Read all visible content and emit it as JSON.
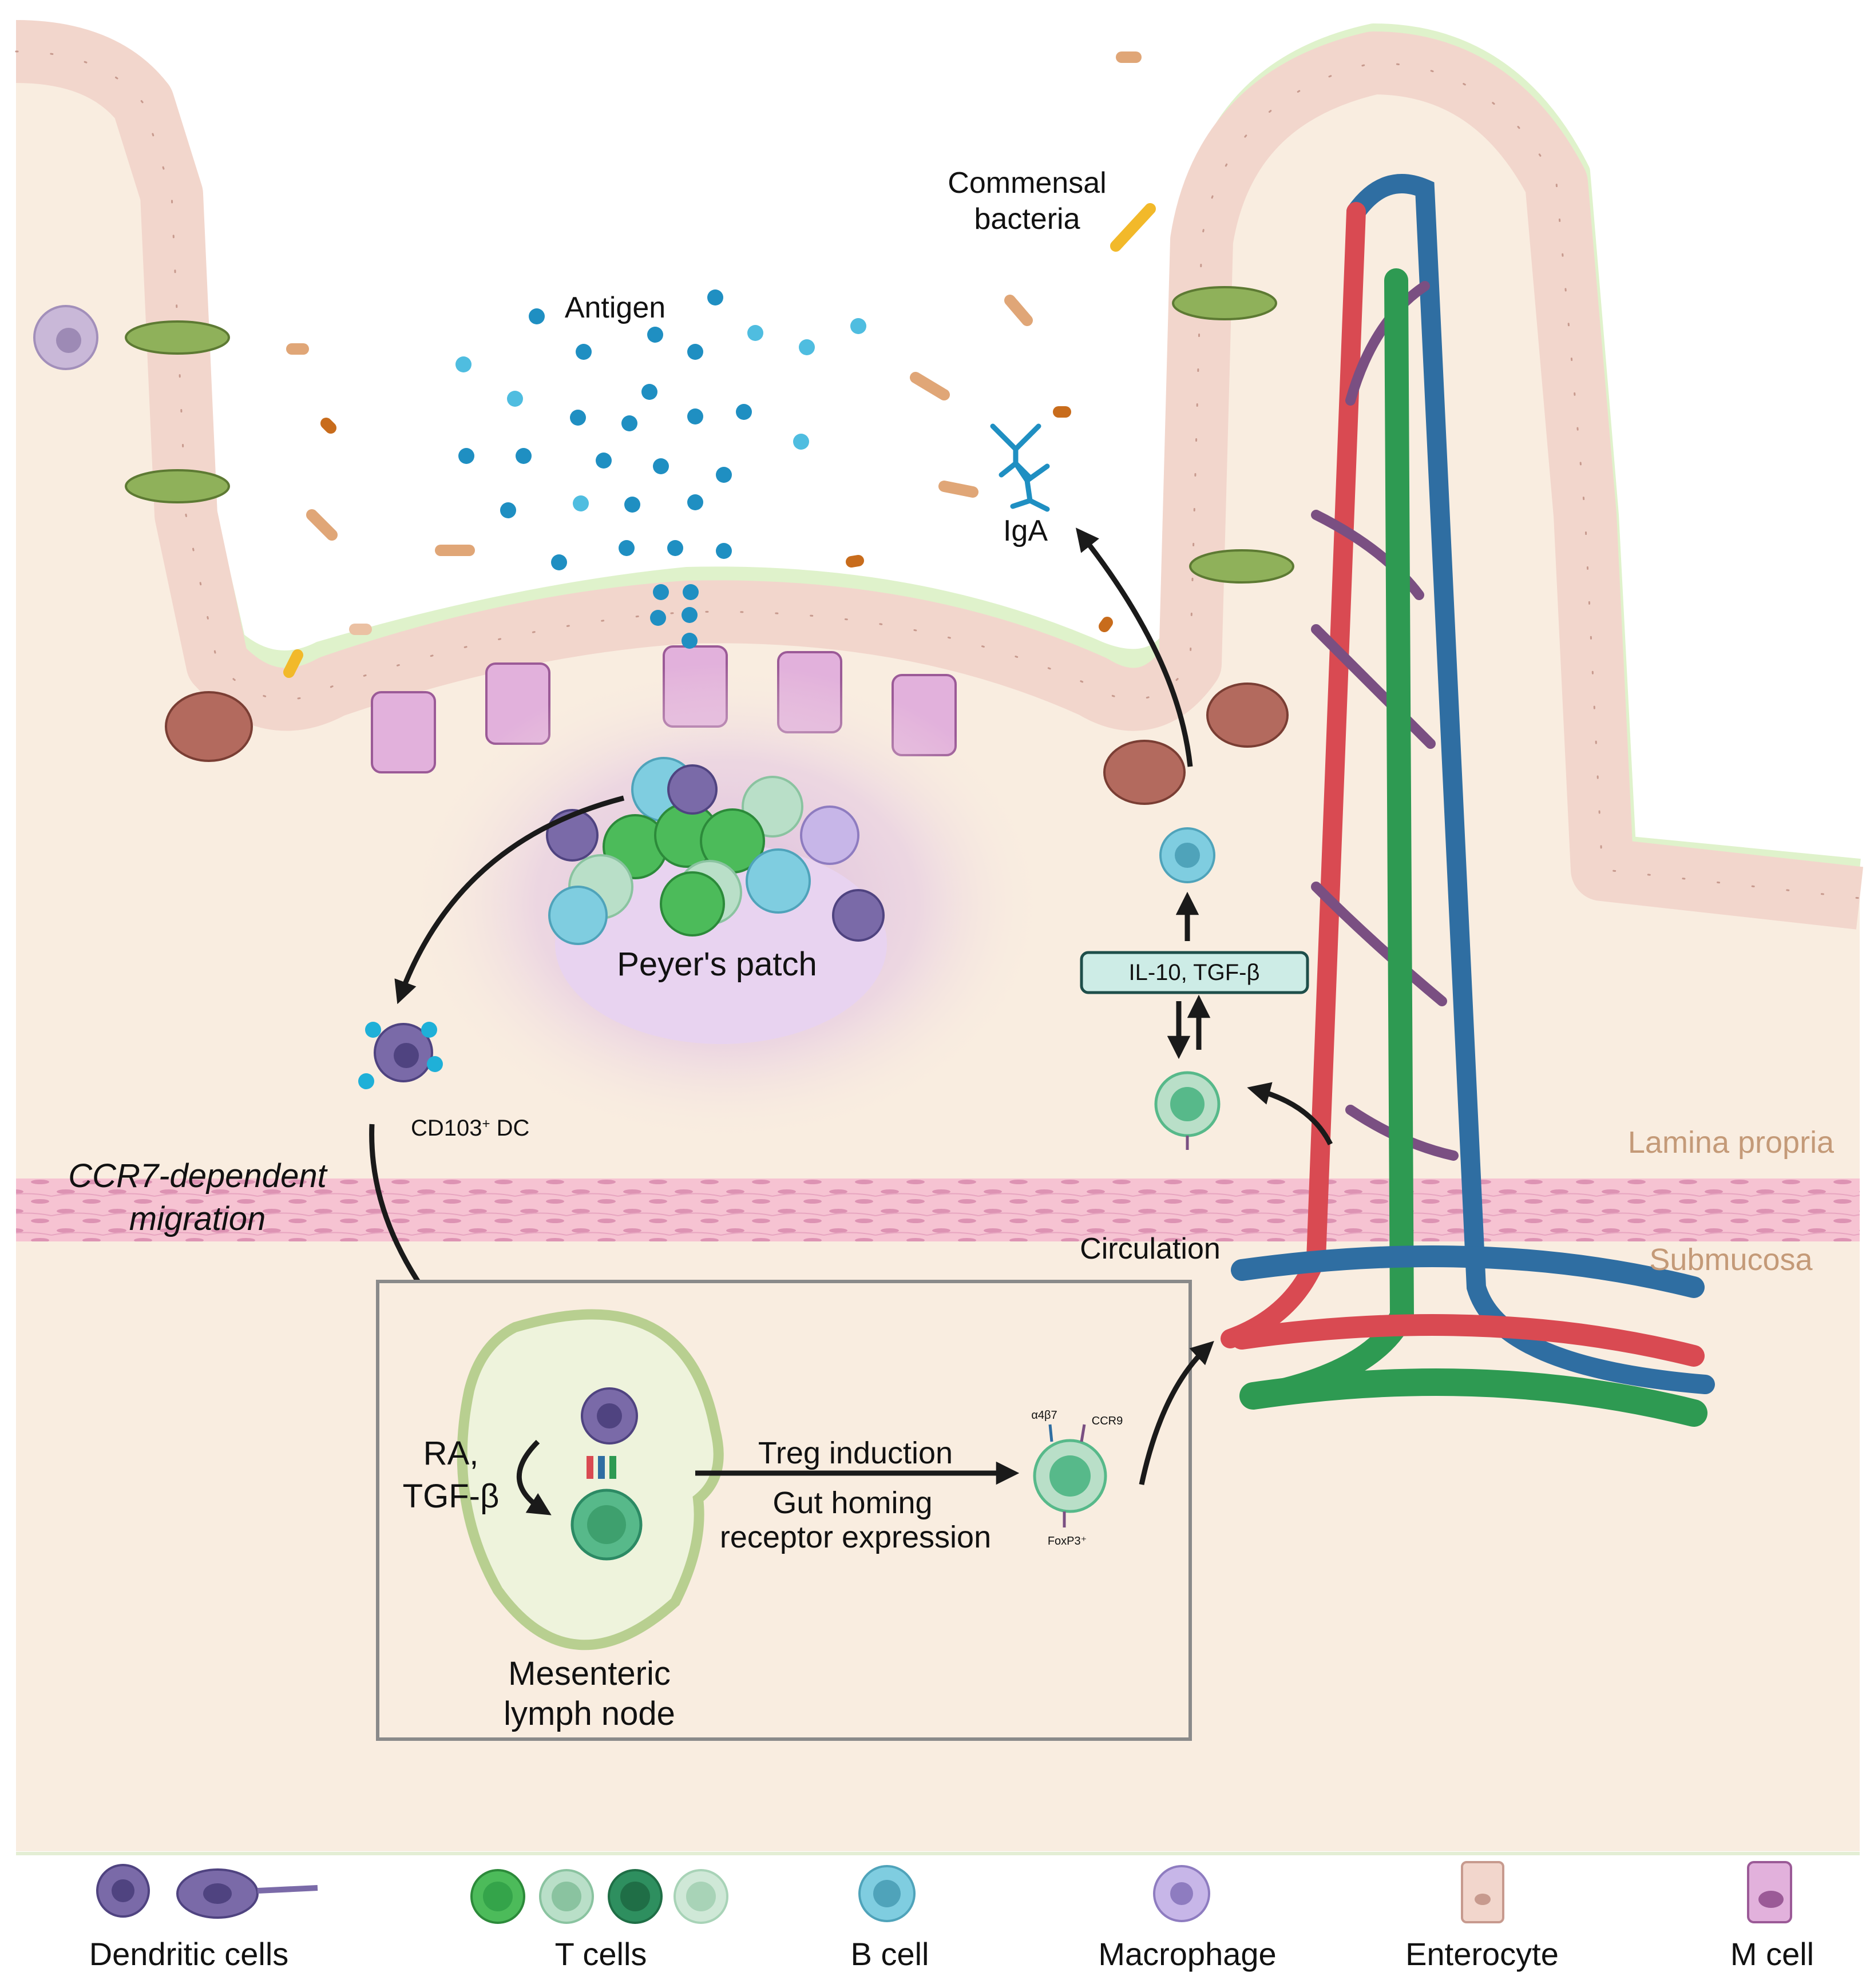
{
  "labels": {
    "commensal_line1": "Commensal",
    "commensal_line2": "bacteria",
    "antigen": "Antigen",
    "iga": "IgA",
    "peyers_patch": "Peyer's patch",
    "il10_tgfb": "IL-10, TGF-β",
    "cd103_base": "CD103",
    "cd103_sup": "+",
    "cd103_tail": " DC",
    "ccr7_line1": "CCR7-dependent",
    "ccr7_line2": "migration",
    "lamina_propria": "Lamina propria",
    "submucosa": "Submucosa",
    "circulation": "Circulation",
    "ra_line1": "RA,",
    "ra_line2": "TGF-β",
    "treg_induction": "Treg induction",
    "gut_homing_line1": "Gut homing",
    "gut_homing_line2": "receptor expression",
    "a4b7": "α4β7",
    "ccr9": "CCR9",
    "foxp3": "FoxP3⁺",
    "mln_line1": "Mesenteric",
    "mln_line2": "lymph node"
  },
  "legend": [
    {
      "label": "Dendritic cells",
      "icon": "dendritic-cell-icon"
    },
    {
      "label": "T cells",
      "icon": "t-cell-icon"
    },
    {
      "label": "B cell",
      "icon": "b-cell-icon"
    },
    {
      "label": "Macrophage",
      "icon": "macrophage-icon"
    },
    {
      "label": "Enterocyte",
      "icon": "enterocyte-icon"
    },
    {
      "label": "M cell",
      "icon": "m-cell-icon"
    }
  ],
  "colors": {
    "background": "#f9ede0",
    "mucus": "#dff2cb",
    "enterocyte": "#f2d6cc",
    "enterocyte_edge": "#c79a8e",
    "m_cell": "#e2b1dc",
    "dendritic": "#7a6aa8",
    "t_cell": "#4cbb5a",
    "b_cell": "#7fcde0",
    "artery": "#d94a52",
    "vein": "#2f6ea2",
    "lymphatic": "#2e9a52",
    "antigen": "#1f8fc2",
    "label_tan": "#c49a78",
    "treg": "#57b98a"
  }
}
